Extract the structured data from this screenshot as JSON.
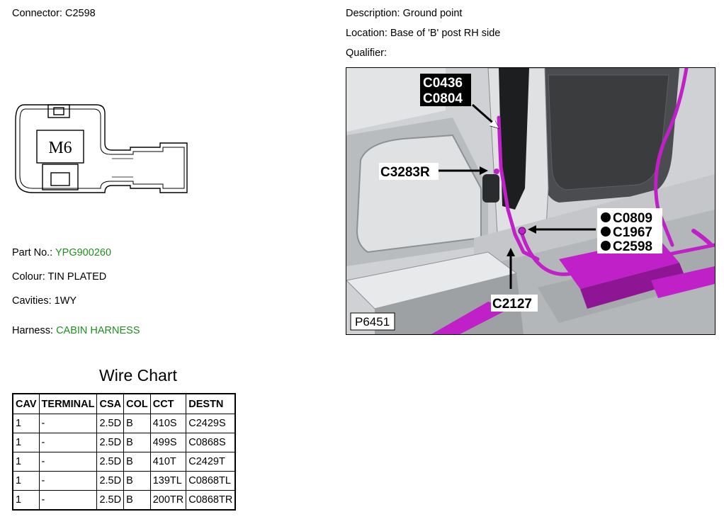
{
  "connector": {
    "label": "Connector:",
    "value": "C2598"
  },
  "description": {
    "label": "Description:",
    "value": "Ground point"
  },
  "location": {
    "label": "Location:",
    "value": "Base of 'B' post RH side"
  },
  "qualifier": {
    "label": "Qualifier:",
    "value": ""
  },
  "diagram": {
    "text": "M6"
  },
  "part_no": {
    "label": "Part No.:",
    "value": "YPG900260"
  },
  "colour": {
    "label": "Colour:",
    "value": "TIN PLATED"
  },
  "cavities": {
    "label": "Cavities:",
    "value": "1WY"
  },
  "harness": {
    "label": "Harness:",
    "value": "CABIN HARNESS"
  },
  "wire_chart": {
    "title": "Wire Chart",
    "headers": [
      "CAV",
      "TERMINAL",
      "CSA",
      "COL",
      "CCT",
      "DESTN"
    ],
    "rows": [
      [
        "1",
        "-",
        "2.5D",
        "B",
        "410S",
        "C2429S"
      ],
      [
        "1",
        "-",
        "2.5D",
        "B",
        "499S",
        "C0868S"
      ],
      [
        "1",
        "-",
        "2.5D",
        "B",
        "410T",
        "C2429T"
      ],
      [
        "1",
        "-",
        "2.5D",
        "B",
        "139TL",
        "C0868TL"
      ],
      [
        "1",
        "-",
        "2.5D",
        "B",
        "200TR",
        "C0868TR"
      ]
    ]
  },
  "photo": {
    "id": "P6451",
    "callouts": {
      "c0436": "C0436",
      "c0804": "C0804",
      "c3283r": "C3283R",
      "c0809": "C0809",
      "c1967": "C1967",
      "c2598": "C2598",
      "c2127": "C2127"
    },
    "harness_color": "#c020c8"
  }
}
